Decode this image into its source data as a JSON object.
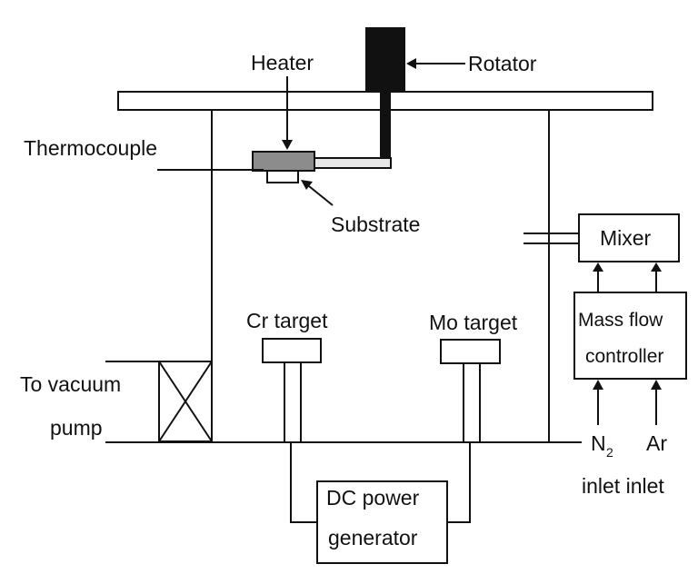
{
  "labels": {
    "heater": "Heater",
    "rotator": "Rotator",
    "thermocouple": "Thermocouple",
    "substrate": "Substrate",
    "mixer": "Mixer",
    "cr_target": "Cr target",
    "mo_target": "Mo target",
    "mass_flow_line1": "Mass flow",
    "mass_flow_line2": "controller",
    "to_vacuum_line1": "To  vacuum",
    "to_vacuum_line2": "pump",
    "n2_main": "N",
    "n2_sub": "2",
    "ar": "Ar",
    "inlets": "inlet inlet",
    "dc_line1": "DC power",
    "dc_line2": "generator"
  },
  "colors": {
    "line": "#111111",
    "heater_fill": "#8c8c8c",
    "arm_fill": "#e6e6e6",
    "rotator_fill": "#111111"
  }
}
